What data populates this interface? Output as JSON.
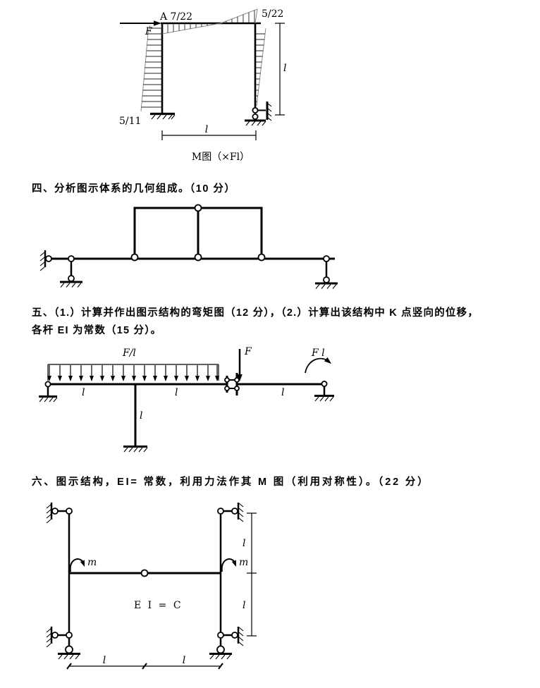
{
  "m_diagram": {
    "force_label": "F",
    "corner_label": "A 7/22",
    "top_right_value": "5/22",
    "bottom_left_value": "5/11",
    "dim_height": "l",
    "dim_width": "l",
    "caption": "M图（×Fl）"
  },
  "q4": {
    "heading": "四、分析图示体系的几何组成。（10 分）"
  },
  "q5": {
    "heading_line1": "五、（1.）计算并作出图示结构的弯矩图（12 分），（2.）计算出该结构中 K 点竖向的位移，",
    "heading_line2": "各杆 EI 为常数（15 分）。",
    "figure": {
      "distributed_load_label": "F/l",
      "point_load_label": "F",
      "moment_label": "F l",
      "dim_span1": "l",
      "dim_span2": "l",
      "dim_span3": "l",
      "dim_column": "l"
    }
  },
  "q6": {
    "heading": "六、图示结构，EI= 常数，利用力法作其 M 图（利用对称性）。（22 分）",
    "figure": {
      "moment_left_label": "m",
      "moment_right_label": "m",
      "stiffness_label": "E I = C",
      "dim_height_upper": "l",
      "dim_height_lower": "l",
      "dim_span_left": "l",
      "dim_span_right": "l"
    }
  }
}
